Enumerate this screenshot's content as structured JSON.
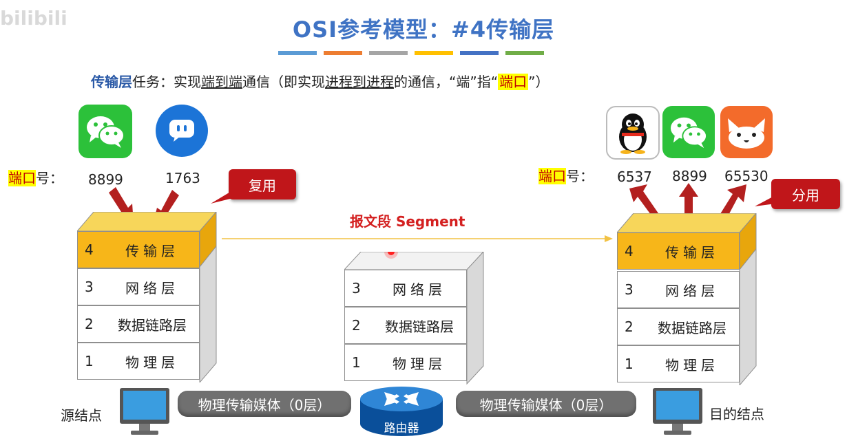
{
  "watermark": "bilibili",
  "title": "OSI参考模型：#4传输层",
  "title_bar_colors": [
    "#5b9bd5",
    "#ed7d31",
    "#a5a5a5",
    "#ffc000",
    "#4472c4",
    "#70ad47"
  ],
  "subtitle": {
    "kw": "传输层",
    "p1": "任务：实现",
    "u1": "端到端",
    "p2": "通信（即实现",
    "u2": "进程到进程",
    "p3": "的通信，“端”指“",
    "hl": "端口",
    "p4": "”）"
  },
  "port_label": {
    "hl": "端口",
    "rest": "号："
  },
  "left": {
    "ports": [
      "8899",
      "1763"
    ],
    "callout": "复用",
    "node_label": "源结点"
  },
  "right": {
    "ports": [
      "6537",
      "8899",
      "65530"
    ],
    "callout": "分用",
    "node_label": "目的结点"
  },
  "segment_label": "报文段 Segment",
  "layers": [
    {
      "num": "4",
      "name": "传输层"
    },
    {
      "num": "3",
      "name": "网络层"
    },
    {
      "num": "2",
      "name": "数据链路层"
    },
    {
      "num": "1",
      "name": "物理层"
    }
  ],
  "router_layers": [
    {
      "num": "3",
      "name": "网络层"
    },
    {
      "num": "2",
      "name": "数据链路层"
    },
    {
      "num": "1",
      "name": "物理层"
    }
  ],
  "medium_label": "物理传输媒体（0层）",
  "router_label": "路由器",
  "colors": {
    "accent": "#3f73c4",
    "active_layer": "#f7b619",
    "callout": "#c0161a",
    "arrow": "#b3201f"
  }
}
